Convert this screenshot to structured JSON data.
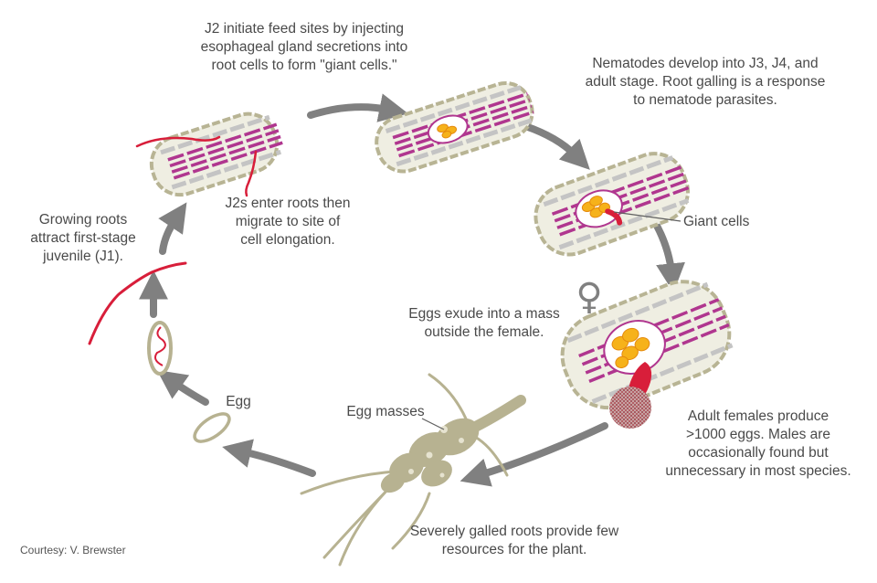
{
  "labels": {
    "j2_initiate": "J2 initiate feed sites by injecting\nesophageal gland secretions into\nroot cells to form \"giant cells.\"",
    "develop": "Nematodes develop into J3, J4, and\nadult stage. Root galling is a response\nto nematode parasites.",
    "j2_enter": "J2s enter roots then\nmigrate to site of\ncell elongation.",
    "growing_roots": "Growing roots\nattract first-stage\njuvenile (J1).",
    "giant_cells": "Giant cells",
    "female_symbol": "♀",
    "eggs_exude": "Eggs exude into a mass\noutside the female.",
    "egg": "Egg",
    "egg_masses": "Egg masses",
    "adult_females": "Adult females produce\n>1000 eggs. Males are\noccasionally found but\nunnecessary in most species.",
    "galled_roots": "Severely galled roots provide few\nresources for the plant.",
    "credit": "Courtesy: V. Brewster"
  },
  "colors": {
    "arrow": "#808080",
    "root_outline": "#b8b494",
    "root_cells_gray": "#c4c4c4",
    "vascular": "#b0368f",
    "nematode": "#d81e3a",
    "giant_cell": "#f6b21a",
    "egg_mass": "#a6303a",
    "gall": "#b7b291"
  }
}
